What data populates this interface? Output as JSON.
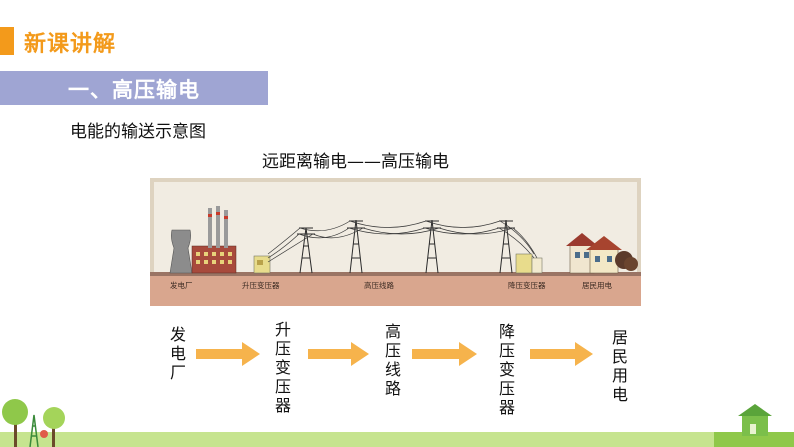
{
  "header": {
    "title": "新课讲解",
    "accent_color": "#f39a1b"
  },
  "section": {
    "title": "一、高压输电",
    "color": "#9fa5d3"
  },
  "subtitle": "电能的输送示意图",
  "caption": "远距离输电——高压输电",
  "illustration": {
    "labels": {
      "plant": "发电厂",
      "step_up": "升压变压器",
      "line": "高压线路",
      "step_down": "降压变压器",
      "residential": "居民用电"
    }
  },
  "flow": [
    {
      "label": "发电厂"
    },
    {
      "label": "升压变压器"
    },
    {
      "label": "高压线路"
    },
    {
      "label": "降压变压器"
    },
    {
      "label": "居民用电"
    }
  ],
  "colors": {
    "arrow": "#f6b34c",
    "ground": "#c6e48f"
  }
}
